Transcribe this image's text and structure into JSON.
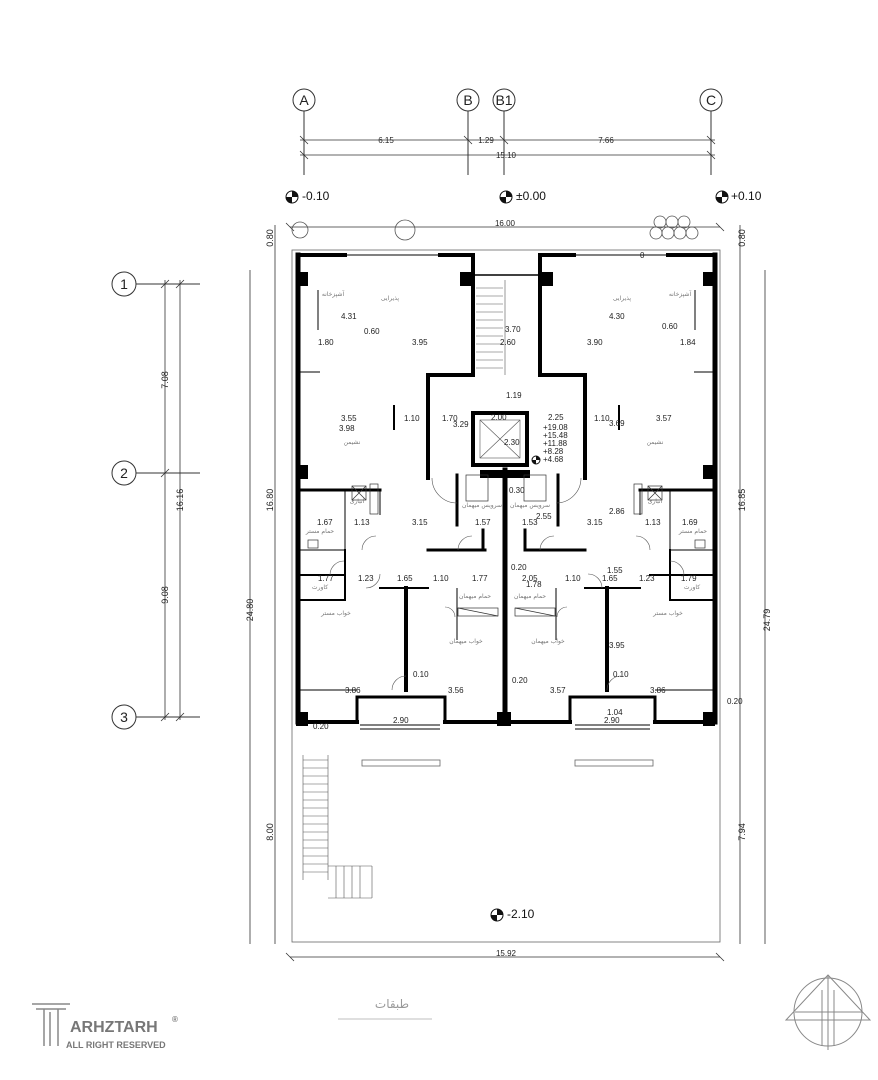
{
  "drawing": {
    "title": "طبقات",
    "brand": {
      "name": "ARHZTARH",
      "registered": "®",
      "rights": "ALL RIGHT RESERVED"
    }
  },
  "grid": {
    "columns": [
      "A",
      "B",
      "B1",
      "C"
    ],
    "rows": [
      "1",
      "2",
      "3"
    ]
  },
  "levels": {
    "left": "-0.10",
    "center": "±0.00",
    "right": "+0.10",
    "yard": "-2.10"
  },
  "elevations": [
    "+19.08",
    "+15.48",
    "+11.88",
    "+8.28",
    "+4.68"
  ],
  "dimensions": {
    "top_a_b": "6.15",
    "top_b_b1": "1.29",
    "top_b1_c": "7.66",
    "top_total": "15.10",
    "outer_width": "16.00",
    "bottom_total": "15.92",
    "left_setback": "0.80",
    "right_setback": "0.80",
    "left_1_2": "7.08",
    "left_2_3": "9.08",
    "left_total_grid": "16.16",
    "left_building": "16.80",
    "left_overall": "24.80",
    "left_yard": "8.00",
    "right_building": "16.85",
    "right_overall": "24.79",
    "right_yard": "7.94",
    "right_small": "0.20",
    "bottom_left_small": "0.20",
    "kitchen_l_depth": "4.31",
    "kitchen_r_depth": "4.30",
    "kitchen_l_w": "1.80",
    "reception_l_w": "3.95",
    "reception_r_w": "3.90",
    "kitchen_r_w": "1.84",
    "small_l": "0.60",
    "small_r": "0.60",
    "stair_w": "3.70",
    "stair_inner": "2.60",
    "landing": "1.19",
    "top_zero": "0",
    "living_l_w": "3.55",
    "living_l_d": "3.98",
    "living_r_w": "3.57",
    "living_r_d": "3.69",
    "door_l": "1.10",
    "door_r": "1.10",
    "core_l": "1.70",
    "core_r": "2.25",
    "core_h": "3.29",
    "lift_w": "2.00",
    "lift_h": "2.30",
    "wall_030": "0.30",
    "bath_l_w": "1.67",
    "bath_l2": "1.13",
    "hall_l": "3.15",
    "wc_l": "1.57",
    "wc_r": "1.53",
    "wc_r_d": "2.55",
    "hall_r": "3.15",
    "hall_r_d": "2.86",
    "bath_r2": "1.13",
    "bath_r_w": "1.69",
    "closet_l_w": "1.77",
    "closet_l2": "1.23",
    "closet_l3": "1.65",
    "door_l2": "1.10",
    "guest_bath_l": "1.77",
    "guest_gap": "0.20",
    "guest_bath_r": "2.05",
    "guest_bath_r2": "1.78",
    "door_r2": "1.10",
    "closet_r3": "1.65",
    "closet_r2": "1.23",
    "closet_r_w": "1.79",
    "hall_r_small": "1.55",
    "bed_r_d": "3.95",
    "wall_l_010": "0.10",
    "wall_c_020": "0.20",
    "wall_r_010": "0.10",
    "bed_l_w": "3.86",
    "guest_l_w": "3.56",
    "guest_r_w": "3.57",
    "bed_r_w": "3.86",
    "balcony_l": "2.90",
    "balcony_r": "2.90",
    "balcony_r_d": "1.04"
  },
  "rooms": {
    "kitchen": "آشپزخانه",
    "reception": "پذیرایی",
    "living": "نشیمن",
    "pantry": "انباری",
    "master_bath": "حمام مستر",
    "closet": "کاورت",
    "guest_wc": "سرویس میهمان",
    "guest_bath": "حمام میهمان",
    "master_bed": "خواب مستر",
    "guest_bed": "خواب میهمان"
  }
}
